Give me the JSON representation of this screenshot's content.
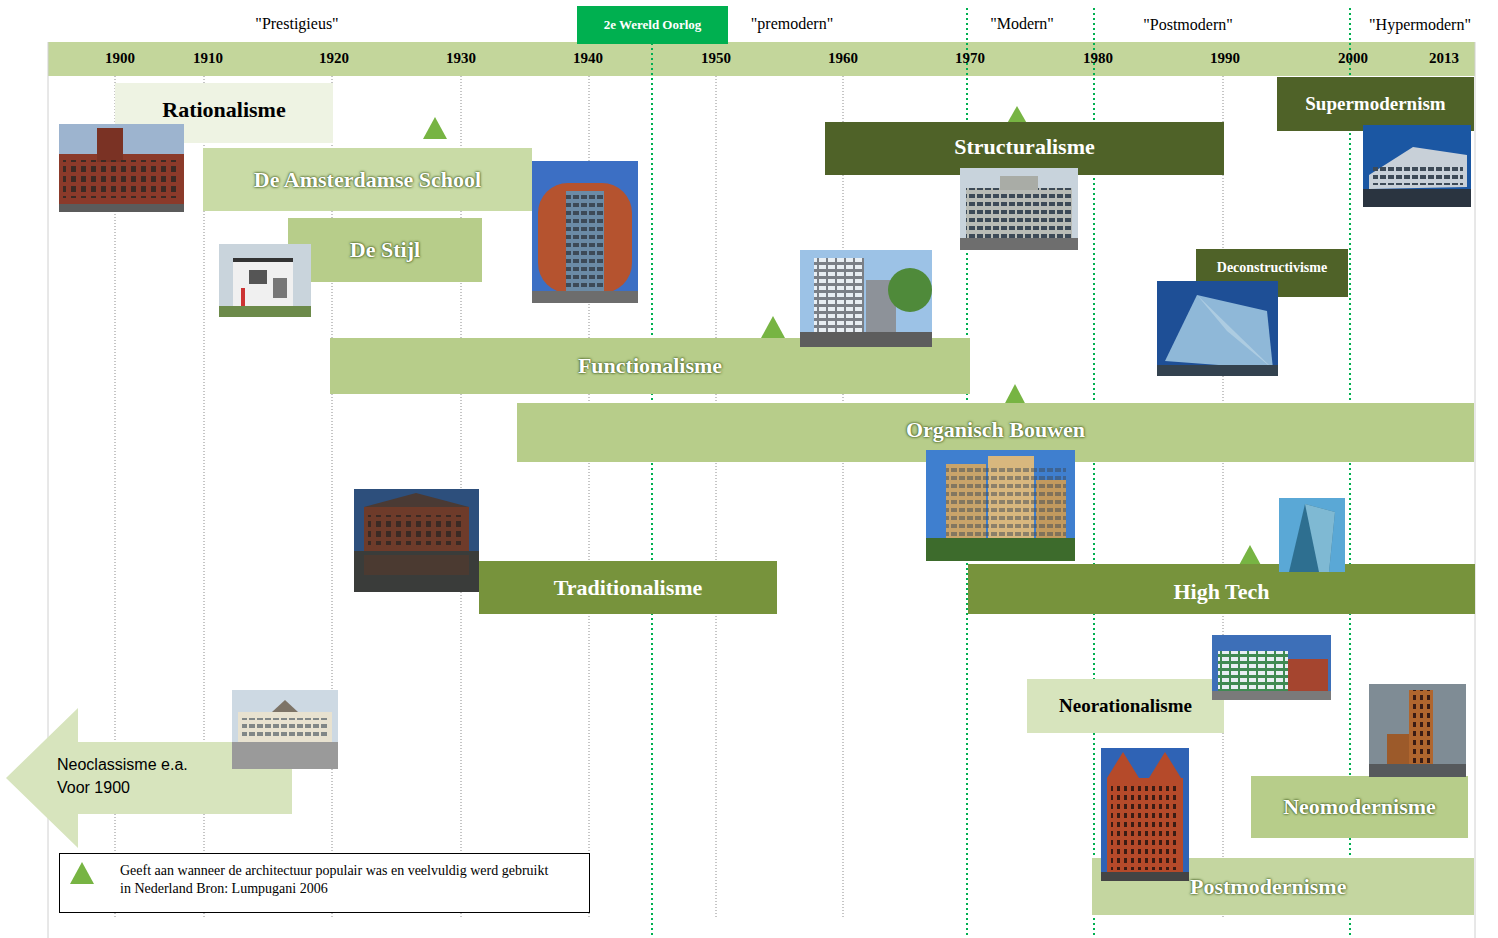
{
  "diagram": {
    "nodes": [
      {
        "text": [
          "2e Wereld Oorlog"
        ]
      },
      {
        "text": [
          "Supermodernism"
        ]
      },
      {
        "text": [
          "Rationalisme"
        ]
      },
      {
        "text": [
          "Structuralisme"
        ]
      },
      {
        "text": [
          "De Amsterdamse School"
        ]
      },
      {
        "text": [
          "De Stijl"
        ]
      },
      {
        "text": [
          "Deconstructivisme"
        ]
      },
      {
        "text": [
          "Functionalisme"
        ]
      },
      {
        "text": [
          "Organisch Bouwen"
        ]
      },
      {
        "text": [
          "Traditionalisme"
        ]
      },
      {
        "text": [
          "High Tech"
        ]
      },
      {
        "text": [
          "Neorationalisme"
        ]
      },
      {
        "text": [
          "Neoclassisme e.a.",
          "Voor 1900"
        ]
      },
      {
        "text": [
          "Neomodernisme"
        ]
      },
      {
        "text": [
          "Postmodernisme"
        ]
      }
    ],
    "labels": [
      "\"Prestigieus\"",
      "\"premodern\"",
      "\"Modern\"",
      "\"Postmodern\"",
      "\"Hypermodern\"",
      "1900",
      "1910",
      "1920",
      "1930",
      "1940",
      "1950",
      "1960",
      "1970",
      "1980",
      "1990",
      "2000",
      "2013"
    ],
    "legend": [
      {
        "text": "Geeft aan wanneer de architectuur populair was en veelvuldig werd gebruikt in Nederland Bron: Lumpugani 2006"
      }
    ]
  }
}
